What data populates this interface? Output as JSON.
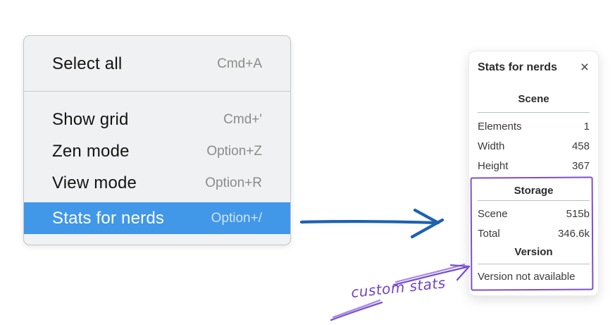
{
  "menu": {
    "sections": [
      {
        "items": [
          {
            "label": "Select all",
            "shortcut": "Cmd+A"
          }
        ]
      },
      {
        "items": [
          {
            "label": "Show grid",
            "shortcut": "Cmd+'"
          },
          {
            "label": "Zen mode",
            "shortcut": "Option+Z"
          },
          {
            "label": "View mode",
            "shortcut": "Option+R"
          },
          {
            "label": "Stats for nerds",
            "shortcut": "Option+/",
            "selected": true
          }
        ]
      }
    ]
  },
  "stats_panel": {
    "title": "Stats for nerds",
    "close_icon": "×",
    "sections": [
      {
        "heading": "Scene",
        "rows": [
          {
            "label": "Elements",
            "value": "1"
          },
          {
            "label": "Width",
            "value": "458"
          },
          {
            "label": "Height",
            "value": "367"
          }
        ]
      },
      {
        "heading": "Storage",
        "rows": [
          {
            "label": "Scene",
            "value": "515b"
          },
          {
            "label": "Total",
            "value": "346.6k"
          }
        ]
      },
      {
        "heading": "Version",
        "note": "Version not available"
      }
    ]
  },
  "annotation": {
    "label": "custom stats"
  },
  "colors": {
    "menu_highlight": "#4197e8",
    "arrow_blue": "#1d62af",
    "annotation_purple": "#7b4fd1"
  }
}
